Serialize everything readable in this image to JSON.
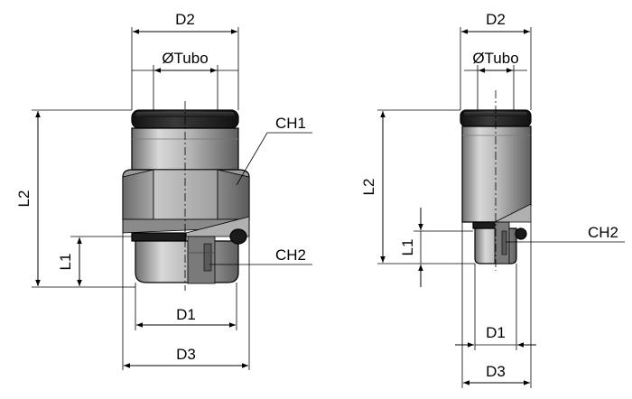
{
  "views": {
    "left": {
      "d2": "D2",
      "tubo": "ØTubo",
      "ch1": "CH1",
      "ch2": "CH2",
      "l2": "L2",
      "l1": "L1",
      "d1": "D1",
      "d3": "D3"
    },
    "right": {
      "d2": "D2",
      "tubo": "ØTubo",
      "ch2": "CH2",
      "l2": "L2",
      "l1": "L1",
      "d1": "D1",
      "d3": "D3"
    }
  },
  "colors": {
    "black_ring": "#1c1c1c",
    "metal_light": "#c9c9c9",
    "metal_mid": "#9a9a9a",
    "metal_dark": "#5c5c5c"
  }
}
